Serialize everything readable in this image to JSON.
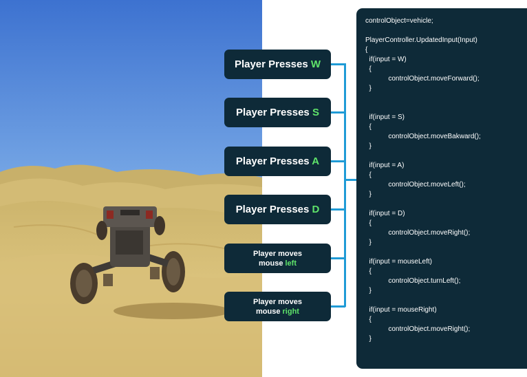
{
  "inputs": [
    {
      "prefix": "Player Presses ",
      "key": "W",
      "size": "big"
    },
    {
      "prefix": "Player Presses ",
      "key": "S",
      "size": "big"
    },
    {
      "prefix": "Player Presses ",
      "key": "A",
      "size": "big"
    },
    {
      "prefix": "Player Presses ",
      "key": "D",
      "size": "big"
    },
    {
      "line1": "Player moves",
      "line2_prefix": "mouse ",
      "key": "left",
      "size": "small"
    },
    {
      "line1": "Player moves",
      "line2_prefix": "mouse ",
      "key": "right",
      "size": "small"
    }
  ],
  "code": [
    "controlObject=vehicle;",
    "",
    "PlayerController.UpdatedInput(Input)",
    "{",
    "  if(input = W)",
    "  {",
    "            controlObject.moveForward();",
    "  }",
    "",
    "",
    "  if(input = S)",
    "  {",
    "            controlObject.moveBakward();",
    "  }",
    "",
    "  if(input = A)",
    "  {",
    "            controlObject.moveLeft();",
    "  }",
    "",
    "  if(input = D)",
    "  {",
    "            controlObject.moveRight();",
    "  }",
    "",
    "  if(input = mouseLeft)",
    "  {",
    "            controlObject.turnLeft();",
    "  }",
    "",
    "  if(input = mouseRight)",
    "  {",
    "            controlObject.moveRight();",
    "  }"
  ],
  "colors": {
    "panel": "#0e2a38",
    "highlight": "#5fe36a",
    "connector": "#1f9bd6"
  }
}
